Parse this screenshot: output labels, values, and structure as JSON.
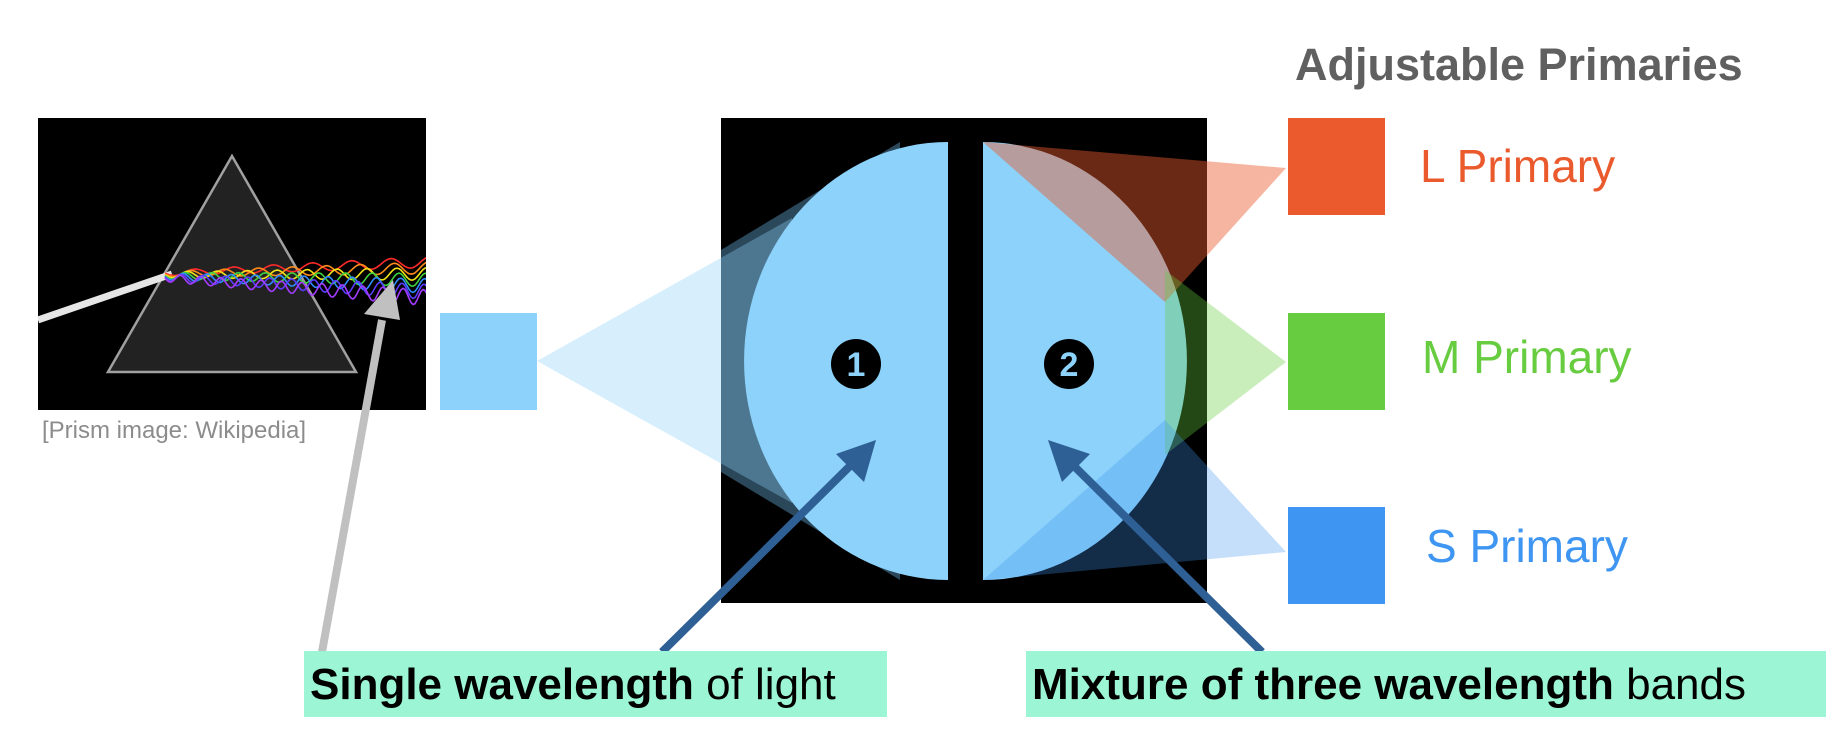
{
  "title": "Adjustable Primaries",
  "credit": "[Prism image: Wikipedia]",
  "field_labels": {
    "left": "1",
    "right": "2"
  },
  "primaries": [
    {
      "name": "L Primary",
      "color": "#ea5a2c"
    },
    {
      "name": "M Primary",
      "color": "#67cc3f"
    },
    {
      "name": "S Primary",
      "color": "#3f96f2"
    }
  ],
  "test_color": "#8dd2fa",
  "label_highlight_color": "#9cf5d5",
  "arrow_color": "#2e5f95",
  "captions": {
    "single": {
      "bold": "Single wavelength",
      "rest": " of light"
    },
    "mixture": {
      "bold": "Mixture of three wavelength",
      "rest": " bands"
    }
  },
  "spectrum_colors": [
    "#ff2a2a",
    "#ff8c1a",
    "#f3e318",
    "#3fd13f",
    "#2f8bff",
    "#5b3cff",
    "#a33cff"
  ]
}
